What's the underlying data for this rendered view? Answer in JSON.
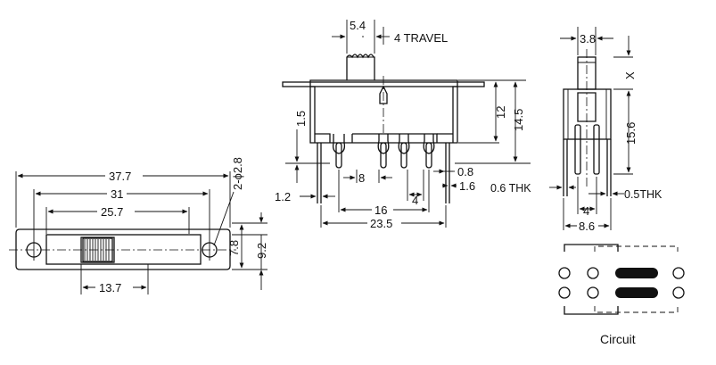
{
  "left_view": {
    "dims": {
      "overall_length": "37.7",
      "hole_spacing": "31",
      "inner_width": "25.7",
      "hole_dia": "2-ϕ2.8",
      "body_height": "7.8",
      "overall_height": "9.2",
      "slot_width": "13.7"
    }
  },
  "front_view": {
    "dims": {
      "actuator_width": "5.4",
      "travel": "4 TRAVEL",
      "pin_offset": "1.5",
      "height_12": "12",
      "height_14_5": "14.5",
      "pitch_8": "8",
      "pin_width": "0.8",
      "pitch_4": "4",
      "pin_1_6": "1.6",
      "pin_1_2": "1.2",
      "span_16": "16",
      "width_23_5": "23.5"
    }
  },
  "side_view": {
    "dims": {
      "actuator_thk": "3.8",
      "x_label": "X",
      "height_15_6": "15.6",
      "thk_0_6": "0.6 THK",
      "thk_0_5": "0.5THK",
      "pitch_4": "4",
      "width_8_6": "8.6"
    }
  },
  "circuit": {
    "label": "Circuit"
  }
}
